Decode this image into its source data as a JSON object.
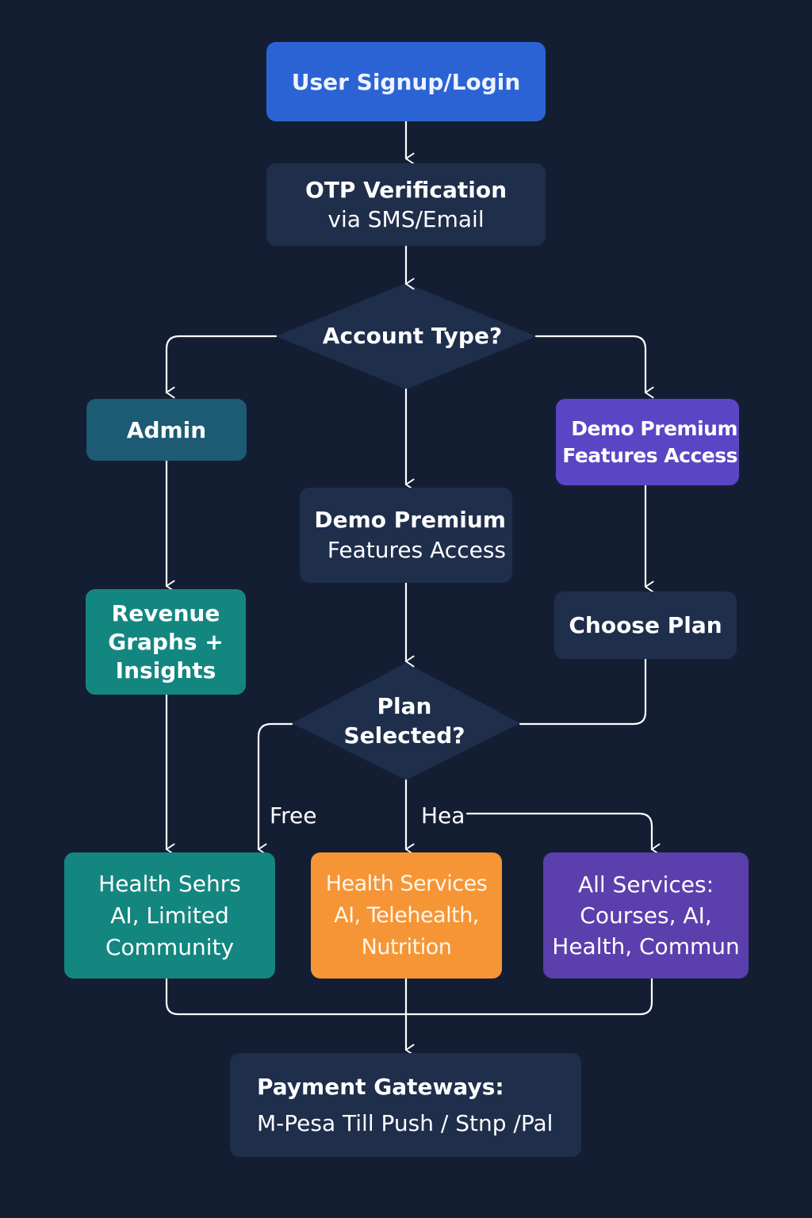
{
  "colors": {
    "background": "#141e33",
    "primary_blue": "#2b63d4",
    "navy_node": "#1e2e4b",
    "admin_teal_dark": "#1d5a73",
    "teal": "#148680",
    "purple_light": "#5a45c4",
    "purple_dark": "#5a3fad",
    "orange": "#f59535",
    "connector": "#ffffff"
  },
  "nodes": {
    "signup": {
      "line1": "User Signup/Login"
    },
    "otp": {
      "line1": "OTP Verification",
      "line2": "via SMS/Email"
    },
    "account_type": {
      "label": "Account Type?"
    },
    "admin": {
      "label": "Admin"
    },
    "demo_center": {
      "line1": "Demo Premium",
      "line2": "Features Access"
    },
    "demo_right": {
      "line1": "Demo Premium",
      "line2": "Features Access"
    },
    "revenue": {
      "line1": "Revenue",
      "line2": "Graphs +",
      "line3": "Insights"
    },
    "choose_plan": {
      "label": "Choose Plan"
    },
    "plan_selected": {
      "line1": "Plan",
      "line2": "Selected?"
    },
    "health_basic": {
      "line1": "Health Sehrs",
      "line2": "AI, Limited",
      "line3": "Community"
    },
    "health_services": {
      "line1": "Health Services",
      "line2": "AI, Telehealth,",
      "line3": "Nutrition"
    },
    "all_services": {
      "line1": "All Services:",
      "line2": "Courses, AI,",
      "line3": "Health, Commun"
    },
    "payment": {
      "line1": "Payment Gateways:",
      "line2": "M-Pesa Till Push / Stnp /Pal"
    }
  },
  "edge_labels": {
    "free": "Free",
    "hea": "Hea"
  }
}
